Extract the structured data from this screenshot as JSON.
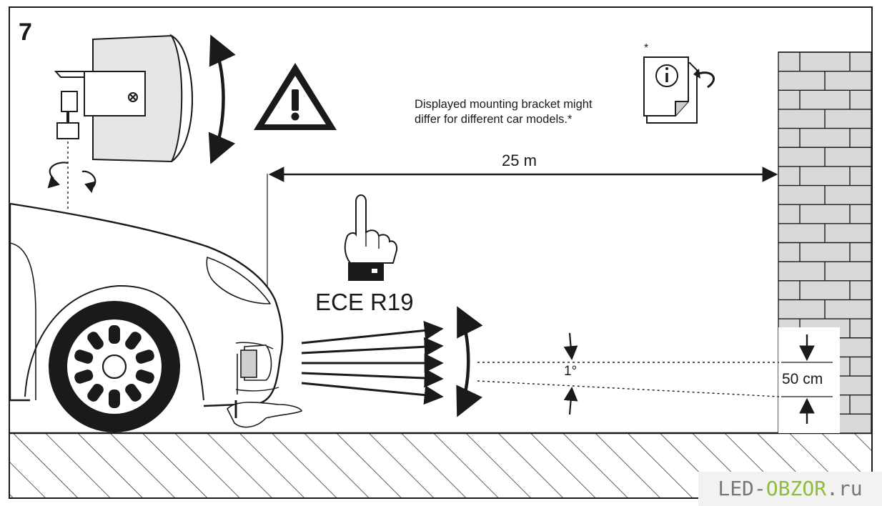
{
  "step_number": "7",
  "note": {
    "line1": "Displayed mounting bracket might",
    "line2": "differ for different car models.*",
    "asterisk": "*"
  },
  "distance_label": "25 m",
  "standard_label": "ECE R19",
  "angle_label": "1°",
  "height_label": "50 cm",
  "watermark": {
    "prefix": "LED-",
    "accent": "OBZOR",
    "suffix": ".ru"
  },
  "icons": [
    "warning-triangle-icon",
    "pointing-hand-icon",
    "info-document-icon",
    "rotate-icon"
  ],
  "colors": {
    "line": "#1a1a1a",
    "ground": "#ffffff",
    "watermark_accent": "#8dbd3a",
    "watermark_text": "#777777"
  }
}
